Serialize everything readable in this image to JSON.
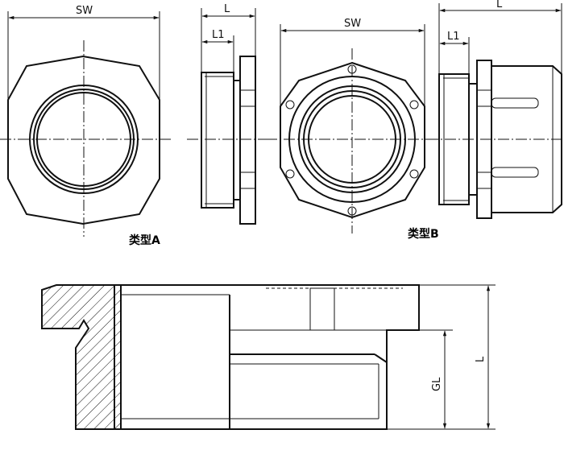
{
  "type_a": {
    "caption": "类型A",
    "dim_sw": "SW",
    "dim_l": "L",
    "dim_l1": "L1"
  },
  "type_b": {
    "caption": "类型B",
    "dim_sw": "SW",
    "dim_l": "L",
    "dim_l1": "L1"
  },
  "section": {
    "dim_gl": "GL",
    "dim_l": "L"
  }
}
